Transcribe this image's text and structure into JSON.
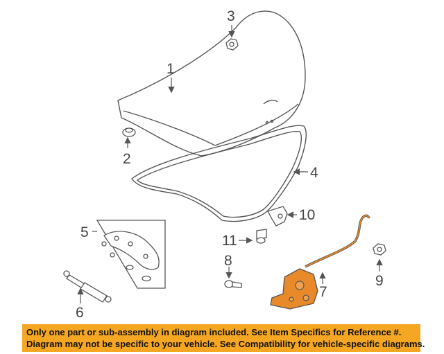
{
  "callouts": {
    "c1": "1",
    "c2": "2",
    "c3": "3",
    "c4": "4",
    "c5": "5",
    "c6": "6",
    "c7": "7",
    "c8": "8",
    "c9": "9",
    "c10": "10",
    "c11": "11"
  },
  "notice": {
    "line1": "Only one part or sub-assembly in diagram included. See Item Specifics for Reference #.",
    "line2": "Diagram may not be specific to your vehicle. See Compatibility for vehicle-specific diagrams."
  },
  "colors": {
    "banner": "#f5a623",
    "part_highlight": "#e8892a",
    "line_art": "#555555"
  }
}
